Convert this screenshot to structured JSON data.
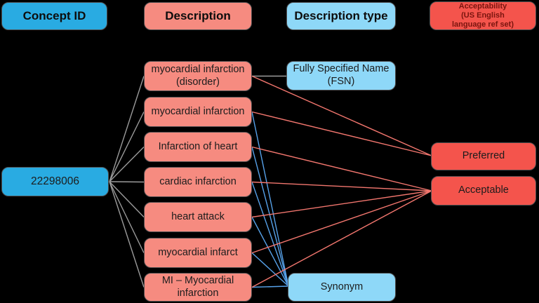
{
  "headers": {
    "concept_id": "Concept ID",
    "description": "Description",
    "description_type": "Description type",
    "acceptability_lines": [
      "Acceptability",
      "(US English",
      "language ref set)"
    ]
  },
  "concept": {
    "id": "22298006"
  },
  "descriptions": [
    {
      "label": "myocardial infarction (disorder)",
      "type": "FSN",
      "acceptability": "Preferred"
    },
    {
      "label": "myocardial infarction",
      "type": "Synonym",
      "acceptability": "Preferred"
    },
    {
      "label": "Infarction of heart",
      "type": "Synonym",
      "acceptability": "Acceptable"
    },
    {
      "label": "cardiac infarction",
      "type": "Synonym",
      "acceptability": "Acceptable"
    },
    {
      "label": "heart attack",
      "type": "Synonym",
      "acceptability": "Acceptable"
    },
    {
      "label": "myocardial infarct",
      "type": "Synonym",
      "acceptability": "Acceptable"
    },
    {
      "label": "MI – Myocardial infarction",
      "type": "Synonym",
      "acceptability": "Acceptable"
    }
  ],
  "description_type_nodes": {
    "fsn": "Fully Specified Name (FSN)",
    "synonym": "Synonym"
  },
  "acceptability_nodes": {
    "preferred": "Preferred",
    "acceptable": "Acceptable"
  },
  "colors": {
    "background": "#000000",
    "concept_fill": "#29abe2",
    "description_fill": "#f68b80",
    "description_type_fill": "#8ed8f8",
    "acceptability_fill": "#f4544c",
    "acceptability_header_text": "#7a140e",
    "box_border": "#4f4f51",
    "edge_gray": "#9b9b9b",
    "edge_red": "#f2766e",
    "edge_blue": "#57a2ea"
  }
}
